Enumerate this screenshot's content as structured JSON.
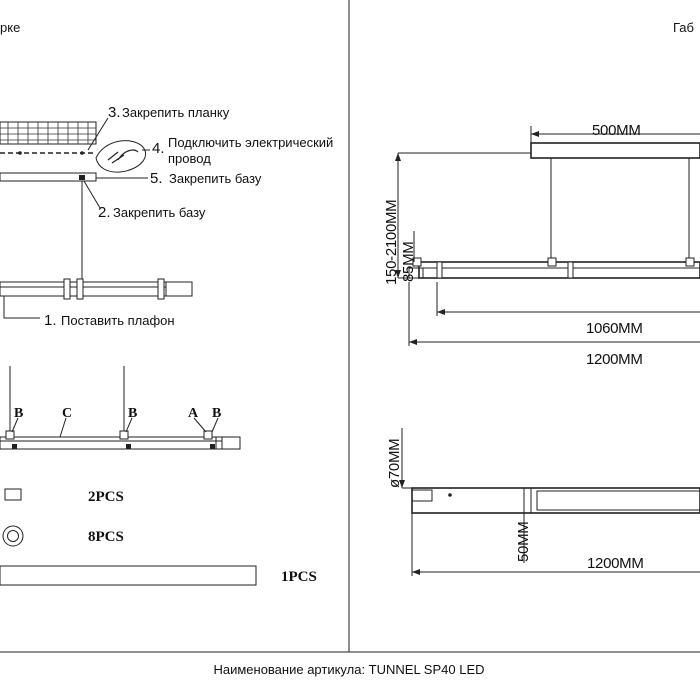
{
  "header": {
    "left_title": "рке",
    "right_title": "Габ"
  },
  "install_steps": {
    "step3": {
      "num": "3.",
      "text": "Закрепить планку"
    },
    "step4": {
      "num": "4.",
      "text_line1": "Подключить электрический",
      "text_line2": "провод"
    },
    "step5": {
      "num": "5.",
      "text": "Закрепить базу"
    },
    "step2": {
      "num": "2.",
      "text": "Закрепить базу"
    },
    "step1": {
      "num": "1.",
      "text": "Поставить плафон"
    }
  },
  "parts": {
    "label_b1": "B",
    "label_c": "C",
    "label_b2": "B",
    "label_a": "A",
    "label_b3": "B",
    "qty_a": "2PCS",
    "qty_b": "8PCS",
    "qty_c": "1PCS"
  },
  "dimensions": {
    "top_width": "500MM",
    "height_range": "150-2100MM",
    "lamp_height": "85MM",
    "inner_length": "1060MM",
    "total_length": "1200MM",
    "diameter": "ø70MM",
    "side_height": "50MM",
    "side_length": "1200MM"
  },
  "footer": {
    "article_name": "Наименование артикула: TUNNEL SP40 LED"
  }
}
